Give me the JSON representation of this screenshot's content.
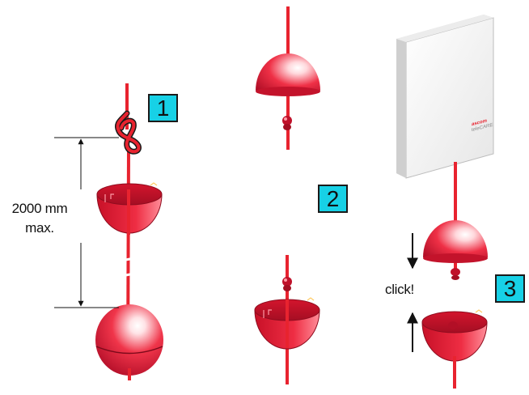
{
  "dimension": {
    "line1": "2000 mm",
    "line2": "max."
  },
  "steps": [
    {
      "number": "1"
    },
    {
      "number": "2"
    },
    {
      "number": "3"
    }
  ],
  "click_label": "click!",
  "device": {
    "brand": "ascom",
    "product": "teleCARE"
  },
  "colors": {
    "cord": "#e8232f",
    "ball_light": "#ffe3e6",
    "ball_mid": "#f0354a",
    "ball_dark": "#b5102a",
    "badge": "#17d1e6",
    "device_face": "#f4f4f4",
    "device_side": "#d6d6d6"
  }
}
